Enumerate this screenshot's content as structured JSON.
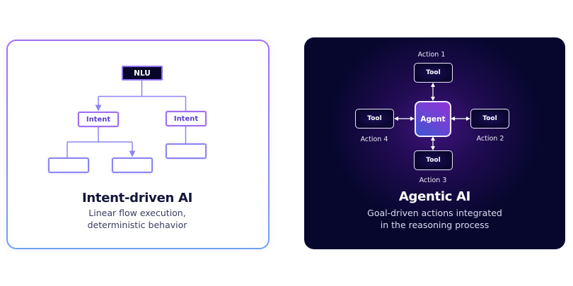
{
  "colors": {
    "left_border_top": "#a46ef3",
    "left_border_bottom": "#72a0f2",
    "connector": "#8b86f2",
    "intent_text": "#5a40cf",
    "nlu_fill": "#070629",
    "right_bg": "#07072e",
    "glow": "#6e1ebe",
    "agent_gradient_start": "#8d33d6",
    "agent_gradient_end": "#3a57d2"
  },
  "intent_card": {
    "diagram": {
      "root": {
        "label": "NLU",
        "icon": "nlu-box"
      },
      "intents": [
        {
          "label": "Intent",
          "children": [
            "",
            ""
          ]
        },
        {
          "label": "Intent",
          "children": [
            ""
          ]
        }
      ]
    },
    "title": "Intent-driven AI",
    "subtitle_line1": "Linear flow execution,",
    "subtitle_line2": "deterministic behavior"
  },
  "agentic_card": {
    "diagram": {
      "center": {
        "label": "Agent"
      },
      "tools": [
        {
          "label": "Tool",
          "action": "Action 1",
          "position": "top"
        },
        {
          "label": "Tool",
          "action": "Action 2",
          "position": "right"
        },
        {
          "label": "Tool",
          "action": "Action 3",
          "position": "bottom"
        },
        {
          "label": "Tool",
          "action": "Action 4",
          "position": "left"
        }
      ],
      "connector_icon": "double-arrow-icon"
    },
    "title": "Agentic AI",
    "subtitle_line1": "Goal-driven actions integrated",
    "subtitle_line2": "in the reasoning process"
  }
}
